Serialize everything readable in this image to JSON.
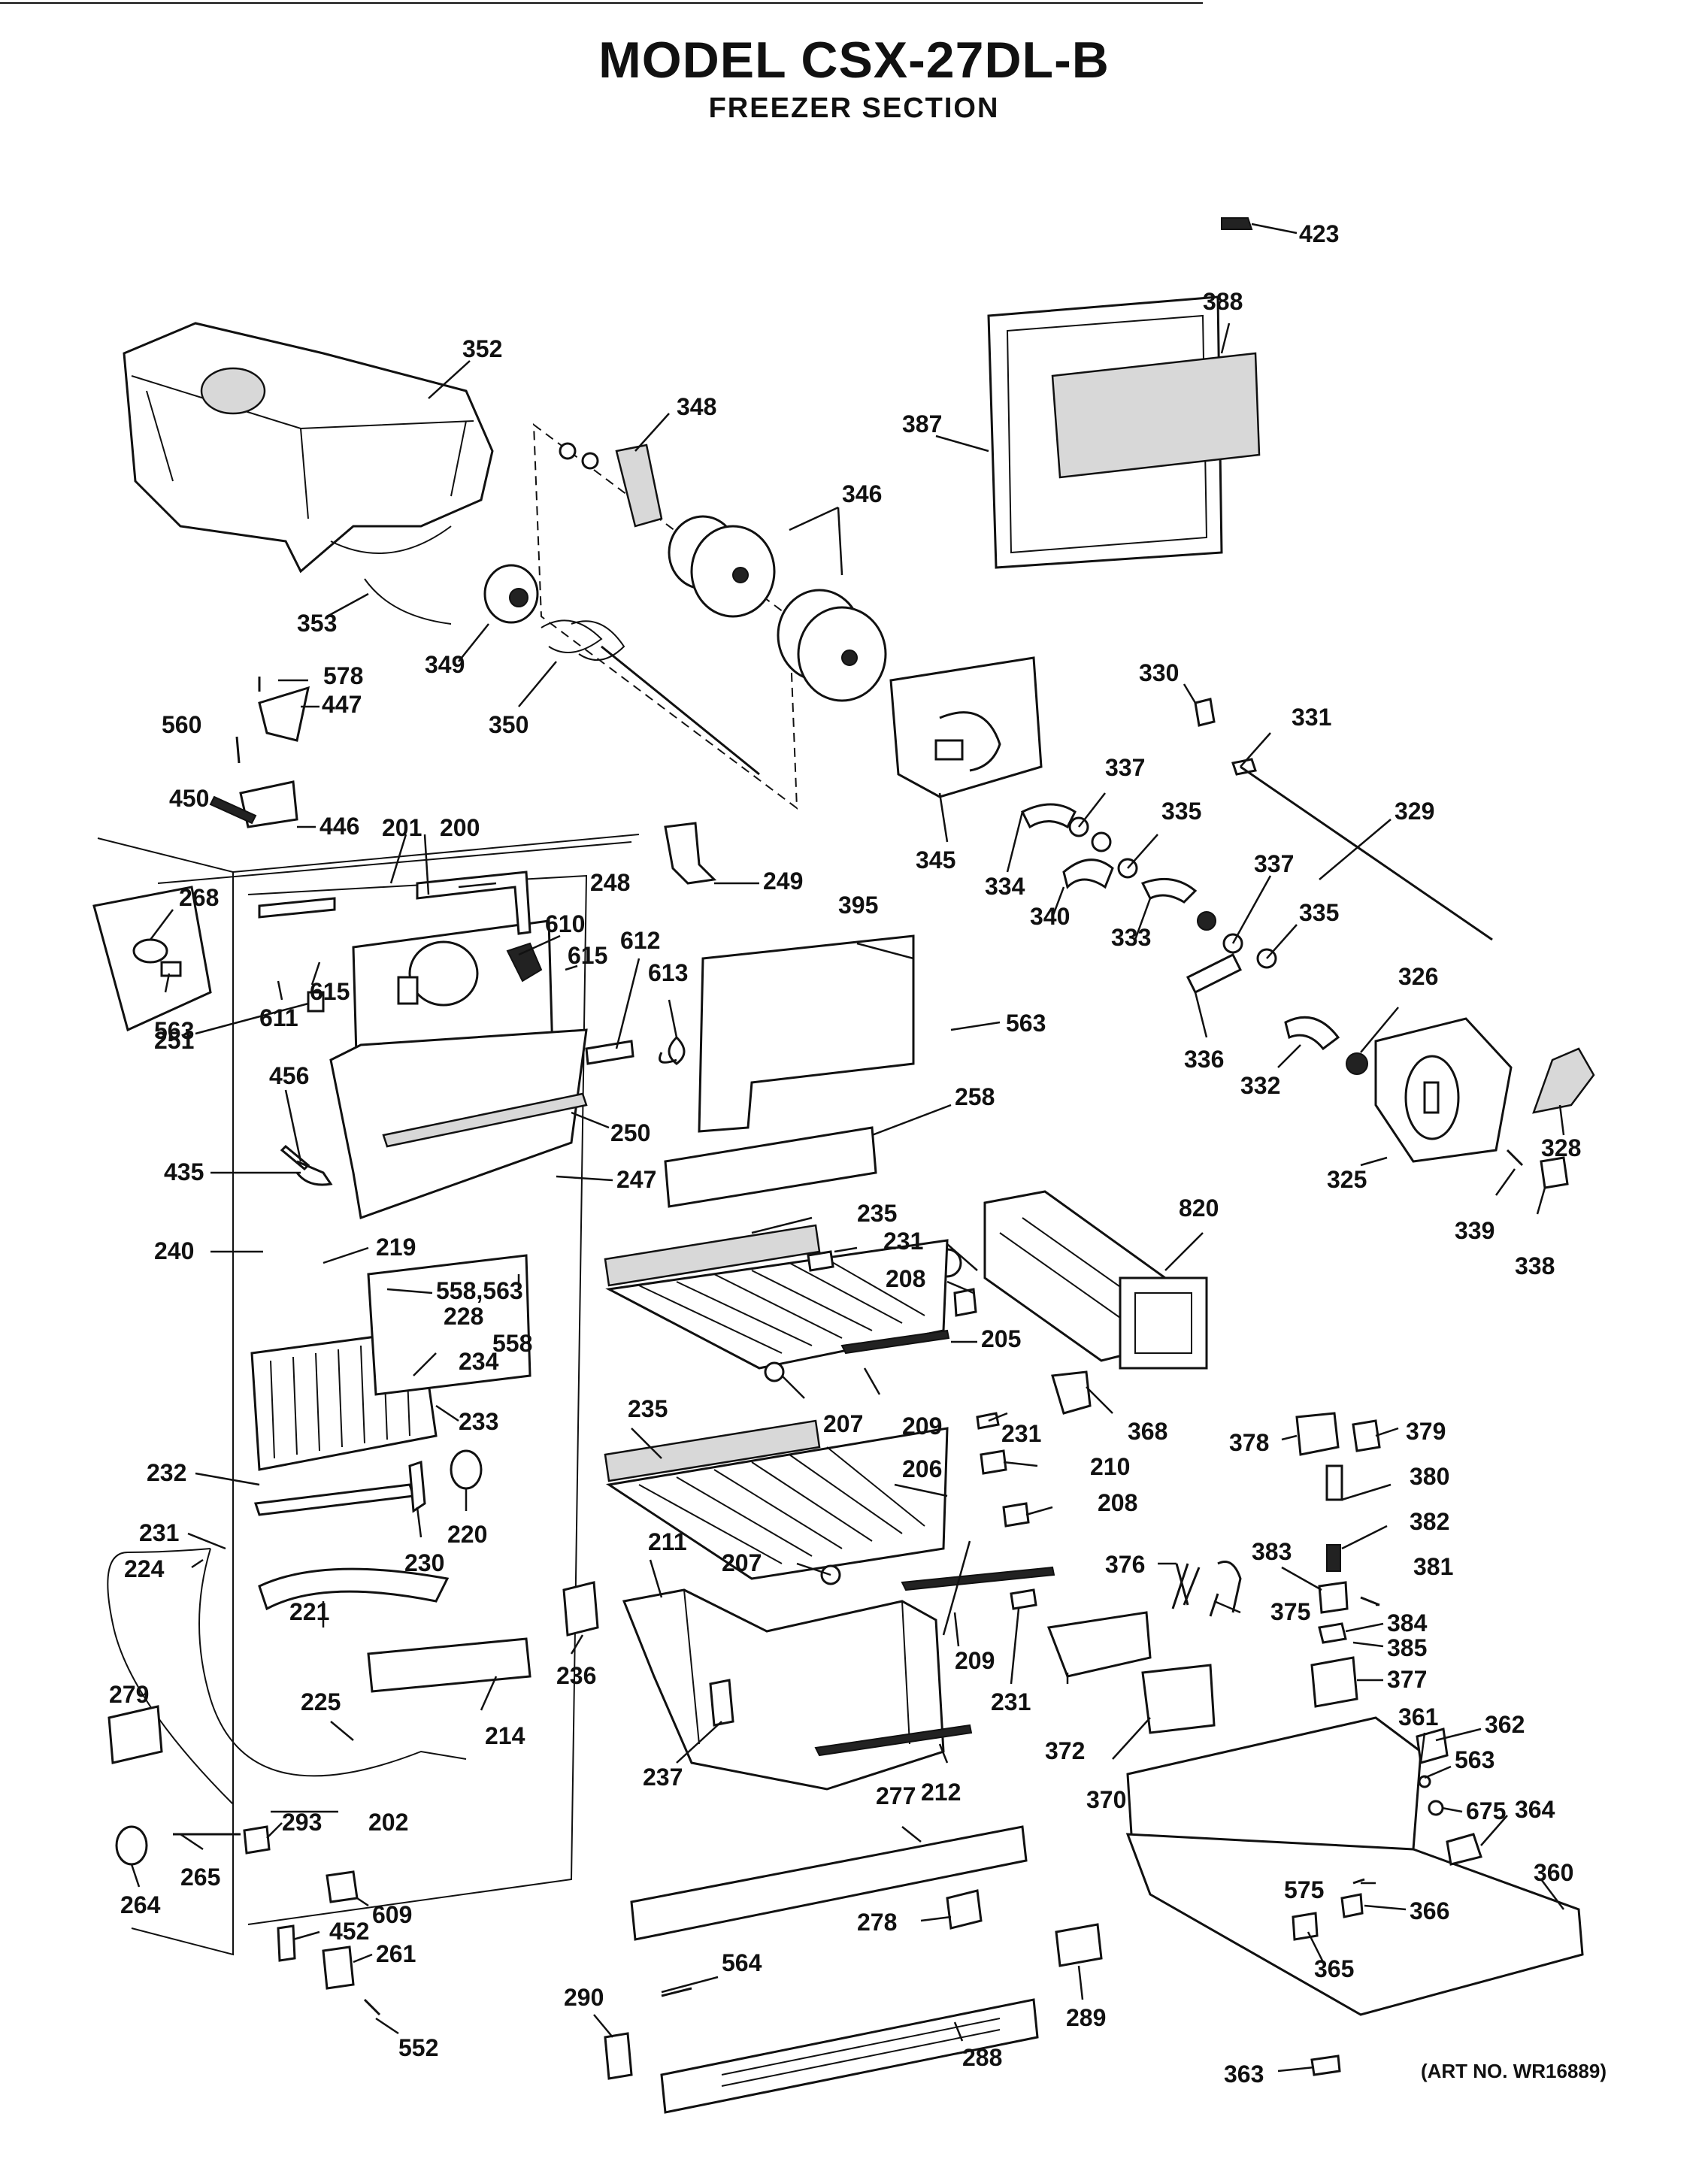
{
  "header": {
    "title": "MODEL CSX-27DL-B",
    "subtitle": "FREEZER SECTION"
  },
  "footer": {
    "art_number": "(ART NO. WR16889)"
  },
  "callouts": {
    "c423": "423",
    "c388": "388",
    "c387": "387",
    "c352": "352",
    "c348": "348",
    "c346": "346",
    "c353": "353",
    "c349": "349",
    "c350": "350",
    "c578": "578",
    "c447": "447",
    "c560": "560",
    "c450": "450",
    "c446": "446",
    "c201": "201",
    "c200": "200",
    "c249": "249",
    "c345": "345",
    "c330": "330",
    "c331": "331",
    "c337a": "337",
    "c335a": "335",
    "c329": "329",
    "c334": "334",
    "c340": "340",
    "c333": "333",
    "c337b": "337",
    "c335b": "335",
    "c336": "336",
    "c332": "332",
    "c326": "326",
    "c325": "325",
    "c328": "328",
    "c339": "339",
    "c338": "338",
    "c268": "268",
    "c563a": "563",
    "c248": "248",
    "c610": "610",
    "c612": "612",
    "c615a": "615",
    "c615b": "615",
    "c611": "611",
    "c613": "613",
    "c395": "395",
    "c563b": "563",
    "c251": "251",
    "c456": "456",
    "c250": "250",
    "c258": "258",
    "c435": "435",
    "c247": "247",
    "c240": "240",
    "c219": "219",
    "c235a": "235",
    "c231a": "231",
    "c820": "820",
    "c558_563": "558,563",
    "c228": "228",
    "c558": "558",
    "c208a": "208",
    "c205": "205",
    "c234": "234",
    "c233": "233",
    "c235b": "235",
    "c207a": "207",
    "c209a": "209",
    "c231b": "231",
    "c368": "368",
    "c378": "378",
    "c379": "379",
    "c232": "232",
    "c206": "206",
    "c210": "210",
    "c380": "380",
    "c220": "220",
    "c208b": "208",
    "c382": "382",
    "c231c": "231",
    "c230": "230",
    "c211": "211",
    "c207b": "207",
    "c376": "376",
    "c383": "383",
    "c381": "381",
    "c224": "224",
    "c221": "221",
    "c375": "375",
    "c384": "384",
    "c385": "385",
    "c236": "236",
    "c209b": "209",
    "c231d": "231",
    "c377": "377",
    "c279": "279",
    "c225": "225",
    "c214": "214",
    "c372": "372",
    "c361": "361",
    "c362": "362",
    "c237": "237",
    "c212": "212",
    "c563c": "563",
    "c370": "370",
    "c277": "277",
    "c675": "675",
    "c364": "364",
    "c202": "202",
    "c293": "293",
    "c265": "265",
    "c360": "360",
    "c264": "264",
    "c609": "609",
    "c575": "575",
    "c366": "366",
    "c278": "278",
    "c452": "452",
    "c261": "261",
    "c564": "564",
    "c365": "365",
    "c290": "290",
    "c289": "289",
    "c552": "552",
    "c288": "288",
    "c363": "363"
  }
}
